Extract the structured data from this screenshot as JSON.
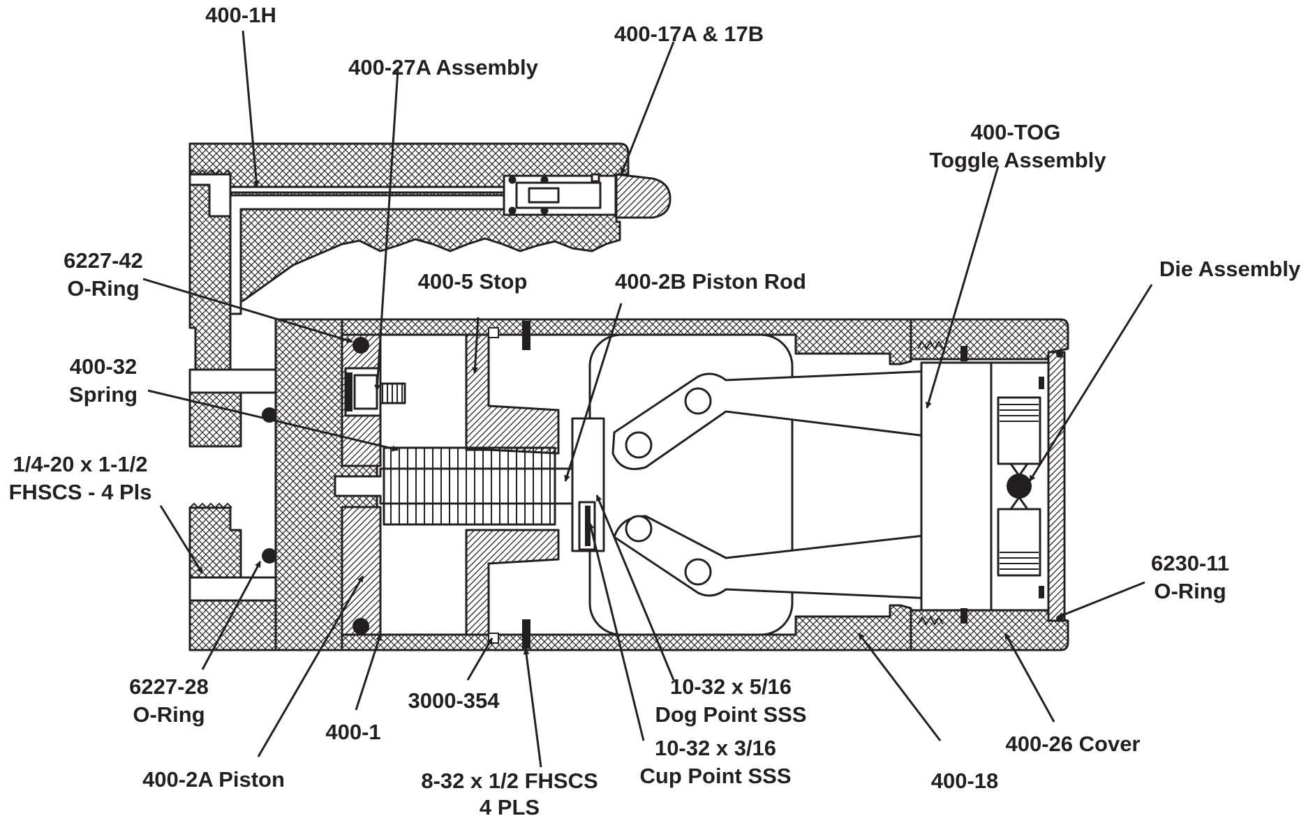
{
  "labels": {
    "l_400_1h": "400-1H",
    "l_400_17ab": "400-17A & 17B",
    "l_400_27a": "400-27A Assembly",
    "l_400_tog_1": "400-TOG",
    "l_400_tog_2": "Toggle Assembly",
    "l_die": "Die Assembly",
    "l_6227_42_1": "6227-42",
    "l_6227_42_2": "O-Ring",
    "l_400_5": "400-5 Stop",
    "l_400_2b": "400-2B Piston Rod",
    "l_400_32_1": "400-32",
    "l_400_32_2": "Spring",
    "l_fhscs_1": "1/4-20 x 1-1/2",
    "l_fhscs_2": "FHSCS - 4 Pls",
    "l_6230_11_1": "6230-11",
    "l_6230_11_2": "O-Ring",
    "l_6227_28_1": "6227-28",
    "l_6227_28_2": "O-Ring",
    "l_400_1": "400-1",
    "l_3000_354": "3000-354",
    "l_dog_1": "10-32 x 5/16",
    "l_dog_2": "Dog Point SSS",
    "l_cup_1": "10-32 x 3/16",
    "l_cup_2": "Cup Point SSS",
    "l_400_18": "400-18",
    "l_400_26": "400-26 Cover",
    "l_400_2a": "400-2A Piston",
    "l_832_1": "8-32 x 1/2 FHSCS",
    "l_832_2": "4 PLS"
  },
  "colors": {
    "ink": "#231f20",
    "background": "#ffffff"
  }
}
